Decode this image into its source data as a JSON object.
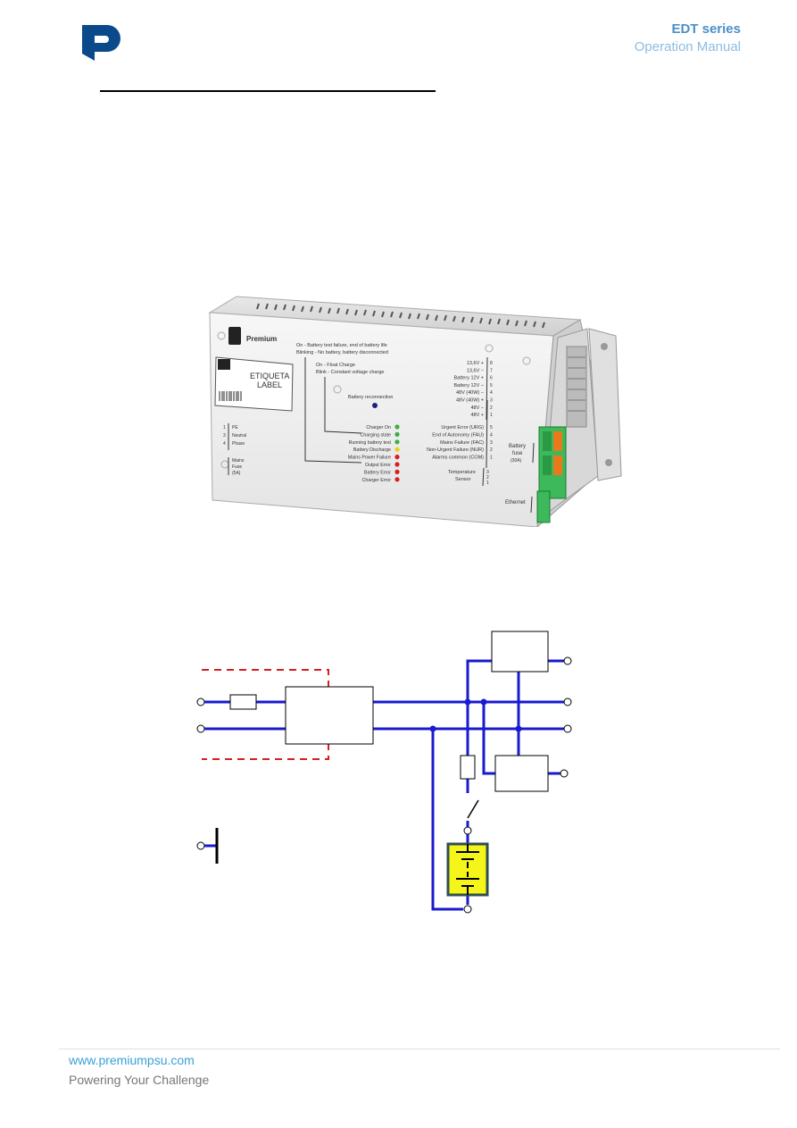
{
  "header": {
    "series": "EDT series",
    "manual": "Operation Manual"
  },
  "footer": {
    "url": "www.premiumpsu.com",
    "slogan": "Powering Your Challenge"
  },
  "device": {
    "brand": "Premium",
    "label_line1": "ETIQUETA",
    "label_line2": "LABEL",
    "battery_test_line1": "On - Battery test failure, end of battery life",
    "battery_test_line2": "Blinking - No battery, battery disconnected",
    "float_line1": "On - Float Charge",
    "float_line2": "Blink - Constant voltage charge",
    "battery_reconnection": "Battery reconnection",
    "leds": [
      {
        "label": "Charger On",
        "color": "#3cb043"
      },
      {
        "label": "Charging state",
        "color": "#3cb043"
      },
      {
        "label": "Running battery test",
        "color": "#3cb043"
      },
      {
        "label": "Battery Discharge",
        "color": "#e8d21c"
      },
      {
        "label": "Mains Power Failure",
        "color": "#d42020"
      },
      {
        "label": "Output Error",
        "color": "#d42020"
      },
      {
        "label": "Battery Error",
        "color": "#d42020"
      },
      {
        "label": "Charger Error",
        "color": "#d42020"
      }
    ],
    "outputs": [
      {
        "label": "13,6V +",
        "pin": "8"
      },
      {
        "label": "13,6V −",
        "pin": "7"
      },
      {
        "label": "Battery 12V +",
        "pin": "6"
      },
      {
        "label": "Battery 12V −",
        "pin": "5"
      },
      {
        "label": "48V (40W) −",
        "pin": "4"
      },
      {
        "label": "48V (40W) +",
        "pin": "3"
      },
      {
        "label": "48V −",
        "pin": "2"
      },
      {
        "label": "48V +",
        "pin": "1"
      }
    ],
    "alarms": [
      {
        "label": "Urgent Error (URG)",
        "pin": "5"
      },
      {
        "label": "End of Autonomy (FAU)",
        "pin": "4"
      },
      {
        "label": "Mains Failure (FAC)",
        "pin": "3"
      },
      {
        "label": "Non-Urgent Failure (NUR)",
        "pin": "2"
      },
      {
        "label": "Alarms common (COM)",
        "pin": "1"
      }
    ],
    "temp_line1": "Temperature",
    "temp_line2": "Sensor",
    "temp_pins": [
      "3",
      "2",
      "1"
    ],
    "battery_fuse_line1": "Battery",
    "battery_fuse_line2": "fuse",
    "battery_fuse_line3": "(30A)",
    "mains_pins": [
      {
        "pin": "1",
        "label": "PE"
      },
      {
        "pin": "3",
        "label": "Neutral"
      },
      {
        "pin": "4",
        "label": "Phase"
      }
    ],
    "mains_fuse_line1": "Mains",
    "mains_fuse_line2": "Fuse",
    "mains_fuse_line3": "(5A)",
    "ethernet": "Ethernet"
  },
  "colors": {
    "wire": "#1a1ad0",
    "dashed": "#d42020",
    "battery_fill": "#f5f51a",
    "battery_border": "#2f4f4f"
  }
}
